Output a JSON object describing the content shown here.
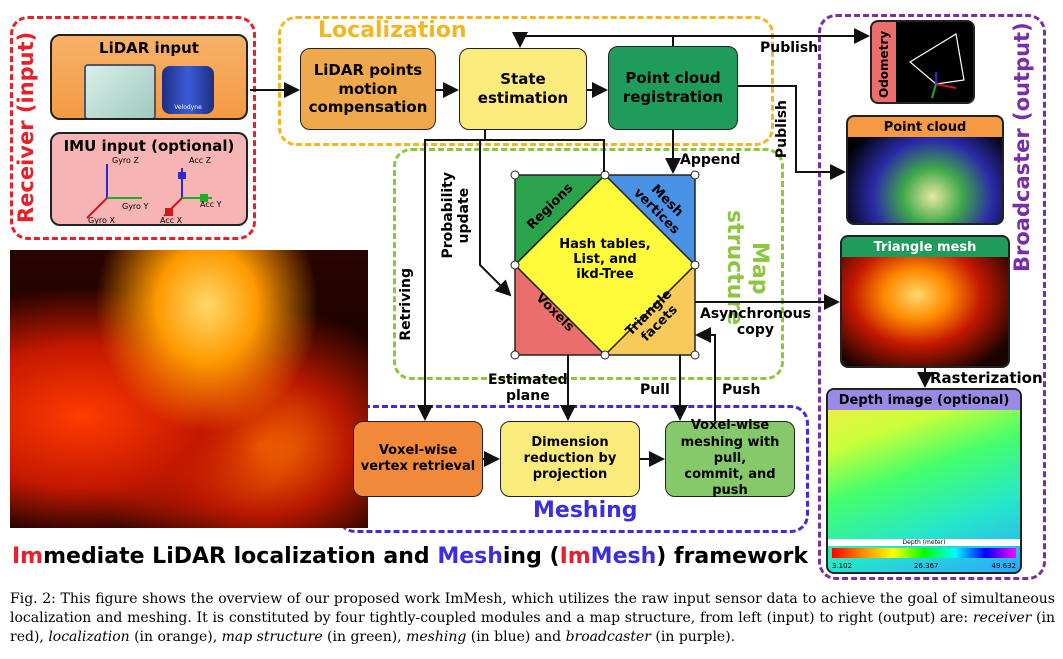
{
  "groups": {
    "receiver": {
      "label": "Receiver (input)",
      "color": "#e8202a"
    },
    "localization": {
      "label": "Localization",
      "color": "#f2b620"
    },
    "map_structure": {
      "label": "Map\nstructure",
      "color": "#8cc63f"
    },
    "meshing": {
      "label": "Meshing",
      "color": "#3a2ee0"
    },
    "broadcaster": {
      "label": "Broadcaster (output)",
      "color": "#7a2ea6"
    }
  },
  "receiver": {
    "lidar_input": "LiDAR input",
    "lidar_brand": "Velodyne",
    "imu_input": "IMU input (optional)",
    "imu_axes": [
      "Gyro Z",
      "Gyro Y",
      "Gyro X",
      "Acc Z",
      "Acc Y",
      "Acc X"
    ]
  },
  "localization": {
    "motion_comp": "LiDAR points\nmotion\ncompensation",
    "state_est": "State\nestimation",
    "registration": "Point cloud\nregistration"
  },
  "map": {
    "center": "Hash tables,\nList, and\nikd-Tree",
    "regions": "Regions",
    "mesh_vertices": "Mesh\nvertices",
    "voxels": "Voxels",
    "triangle_facets": "Triangle\nfacets"
  },
  "meshing": {
    "vertex_retrieval": "Voxel-wise\nvertex retrieval",
    "dim_reduction": "Dimension\nreduction by\nprojection",
    "mesh_pull_push": "Voxel-wise\nmeshing with pull,\ncommit, and push"
  },
  "broadcaster": {
    "odometry": "Odometry",
    "point_cloud": "Point cloud",
    "triangle_mesh": "Triangle mesh",
    "depth_image": "Depth image (optional)",
    "depth_colorbar_title": "Depth (meter)",
    "depth_min": "3.102",
    "depth_mid": "26.367",
    "depth_max": "49.632"
  },
  "arrow_labels": {
    "publish_top": "Publish",
    "publish_side": "Publish",
    "append": "Append",
    "probability_update": "Probability\nupdate",
    "retriving": "Retriving",
    "asynchronous_copy": "Asynchronous\ncopy",
    "rasterization": "Rasterization",
    "estimated_plane": "Estimated\nplane",
    "pull": "Pull",
    "push": "Push"
  },
  "title": {
    "im1": "Im",
    "part1": "mediate LiDAR localization and ",
    "mesh": "Mesh",
    "part2": "ing (",
    "im2": "Im",
    "mesh2": "Mesh",
    "part3": ") framework"
  },
  "caption": {
    "p1": "Fig. 2: This figure shows the overview of our proposed work ImMesh, which utilizes the raw input sensor data to achieve the goal of simultaneous localization and meshing. It is constituted by four tightly-coupled modules and a map structure, from left (input) to right (output) are: ",
    "receiver": "receiver",
    "p2": " (in red), ",
    "localization": "localization",
    "p3": " (in orange), ",
    "map": "map structure",
    "p4": " (in green), ",
    "meshing": "meshing",
    "p5": " (in blue) and ",
    "broadcaster": "broadcaster",
    "p6": " (in purple)."
  }
}
